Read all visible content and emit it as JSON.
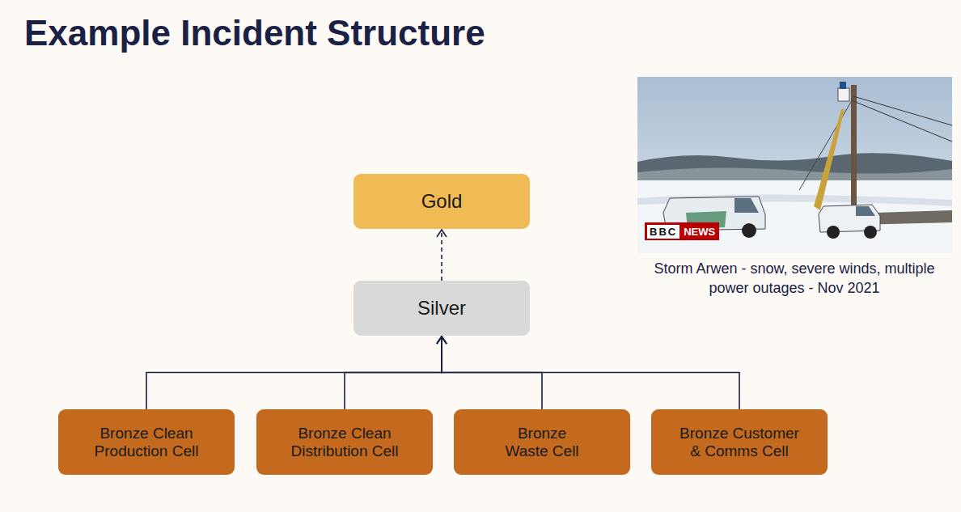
{
  "diagram": {
    "title": "Example Incident Structure",
    "caption": "Storm Arwen - snow, severe winds, multiple power outages - Nov 2021",
    "nodes": [
      {
        "text": [
          "Gold"
        ]
      },
      {
        "text": [
          "Silver"
        ]
      },
      {
        "text": [
          "Bronze Clean Production Cell"
        ]
      },
      {
        "text": [
          "Bronze Clean Distribution Cell"
        ]
      },
      {
        "text": [
          "Bronze Waste Cell"
        ]
      },
      {
        "text": [
          "Bronze Customer & Comms Cell"
        ]
      }
    ],
    "edges": [
      {
        "from": 1,
        "to": 0,
        "arrow": "to"
      },
      {
        "from": 2,
        "to": 1,
        "arrow": "to"
      },
      {
        "from": 3,
        "to": 1,
        "arrow": "to"
      },
      {
        "from": 4,
        "to": 1,
        "arrow": "to"
      },
      {
        "from": 5,
        "to": 1,
        "arrow": "to"
      }
    ],
    "labels": [
      "BBC",
      "NEWS"
    ]
  }
}
